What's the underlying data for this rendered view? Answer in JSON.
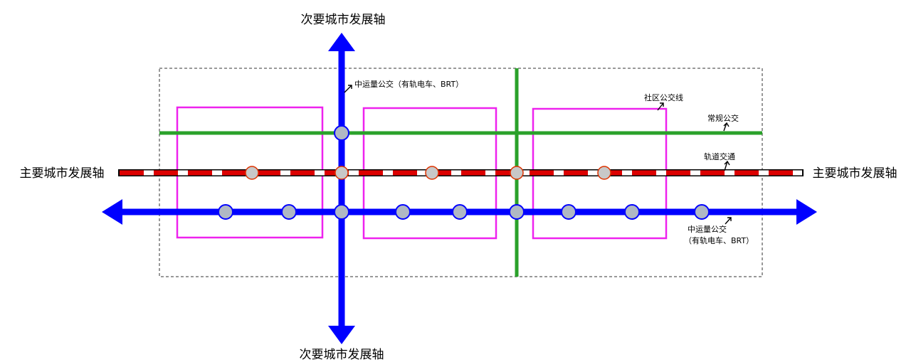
{
  "labels": {
    "secondary_axis_top": "次要城市发展轴",
    "secondary_axis_bottom": "次要城市发展轴",
    "primary_axis_left": "主要城市发展轴",
    "primary_axis_right": "主要城市发展轴",
    "medium_transit_vertical": "中运量公交（有轨电车、BRT）",
    "community_bus": "社区公交线",
    "regular_bus": "常规公交",
    "rail_transit": "轨道交通",
    "medium_transit_horizontal_line1": "中运量公交",
    "medium_transit_horizontal_line2": "（有轨电车、BRT）"
  },
  "colors": {
    "medium_transit": "#0000ff",
    "regular_bus": "#2aa12a",
    "rail_red": "#dd0000",
    "rail_outline": "#000000",
    "community_bus": "#ee22ee",
    "station_fill": "#b0b8c4",
    "rail_station_fill": "#c8c8c8",
    "rail_station_stroke": "#dd3300",
    "boundary_dash": "#333333"
  },
  "icons": {
    "arrow_pointer": "arrow-pointer-icon",
    "arrowhead": "arrowhead-icon"
  }
}
